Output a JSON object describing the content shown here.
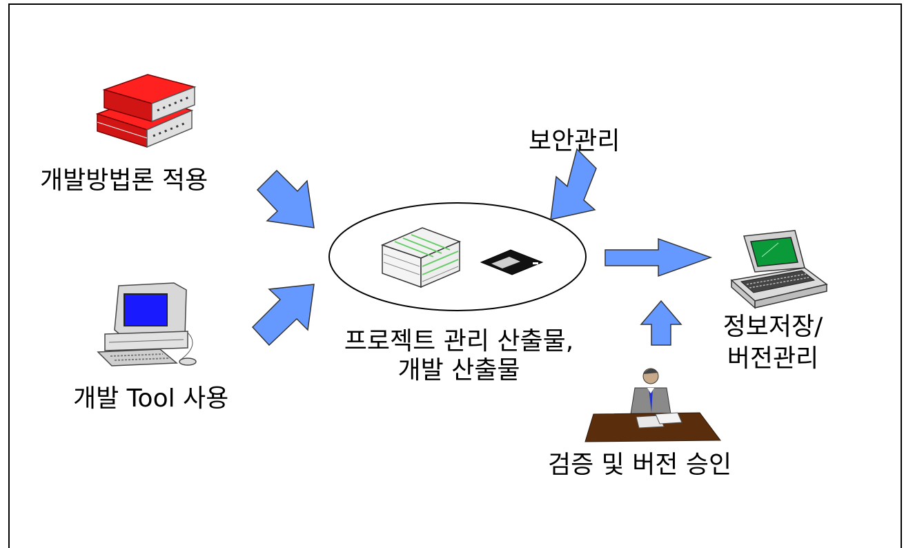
{
  "labels": {
    "methodology": "개발방법론 적용",
    "tool": "개발 Tool 사용",
    "security": "보안관리",
    "artifacts_line1": "프로젝트 관리 산출물,",
    "artifacts_line2": "개발 산출물",
    "storage_line1": "정보저장/",
    "storage_line2": "버전관리",
    "approval": "검증 및 버전 승인"
  },
  "colors": {
    "arrow": "#6699ff",
    "book": "#e8151b",
    "screen_blue": "#1a1aff",
    "laptop_screen": "#0a9a3a",
    "desk": "#5a2d0c"
  }
}
